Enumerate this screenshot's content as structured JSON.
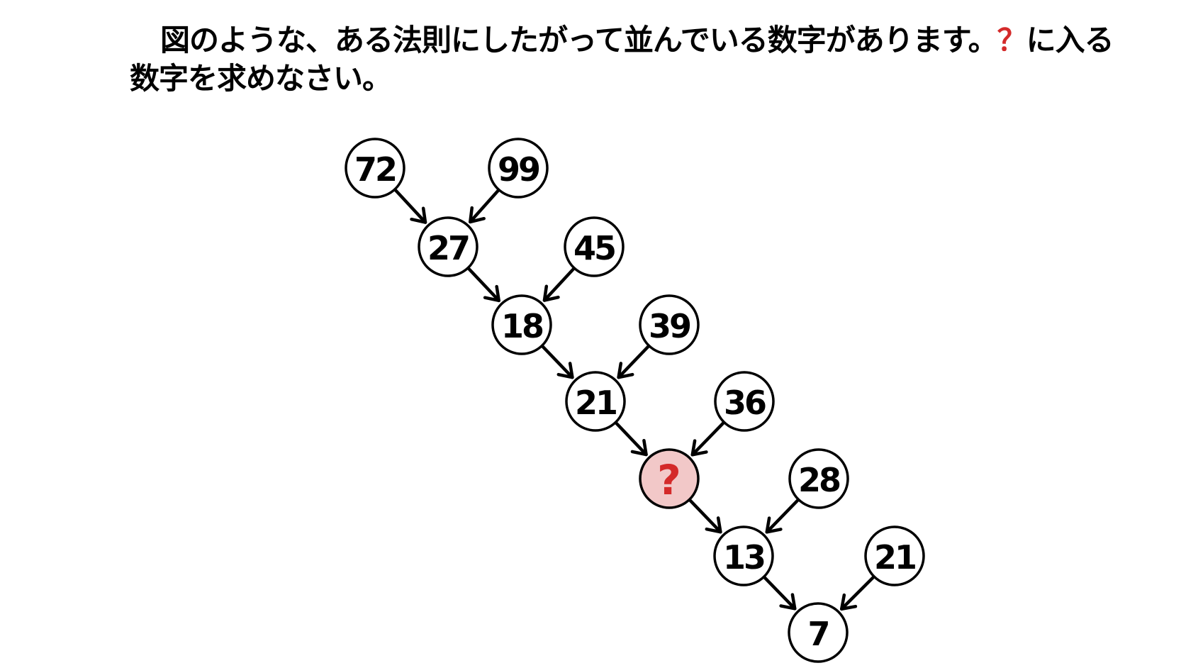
{
  "question": {
    "line1_before": "図のような、ある法則にしたがって並んでいる数字があります。",
    "line1_mark": "？",
    "line1_after": "に入る",
    "line2": "数字を求めなさい。"
  },
  "nodes": [
    {
      "id": "n72",
      "label": "72"
    },
    {
      "id": "n99",
      "label": "99"
    },
    {
      "id": "n27",
      "label": "27"
    },
    {
      "id": "n45",
      "label": "45"
    },
    {
      "id": "n18",
      "label": "18"
    },
    {
      "id": "n39",
      "label": "39"
    },
    {
      "id": "n21a",
      "label": "21"
    },
    {
      "id": "n36",
      "label": "36"
    },
    {
      "id": "nq",
      "label": "?",
      "unknown": true
    },
    {
      "id": "n28",
      "label": "28"
    },
    {
      "id": "n13",
      "label": "13"
    },
    {
      "id": "n21b",
      "label": "21"
    },
    {
      "id": "n7",
      "label": "7"
    }
  ],
  "edges": [
    {
      "from": "n72",
      "to": "n27"
    },
    {
      "from": "n99",
      "to": "n27"
    },
    {
      "from": "n27",
      "to": "n18"
    },
    {
      "from": "n45",
      "to": "n18"
    },
    {
      "from": "n18",
      "to": "n21a"
    },
    {
      "from": "n39",
      "to": "n21a"
    },
    {
      "from": "n21a",
      "to": "nq"
    },
    {
      "from": "n36",
      "to": "nq"
    },
    {
      "from": "nq",
      "to": "n13"
    },
    {
      "from": "n28",
      "to": "n13"
    },
    {
      "from": "n13",
      "to": "n7"
    },
    {
      "from": "n21b",
      "to": "n7"
    }
  ],
  "colors": {
    "unknown_fill": "#f2c8c8",
    "unknown_text": "#d42a2a",
    "stroke": "#000000"
  }
}
